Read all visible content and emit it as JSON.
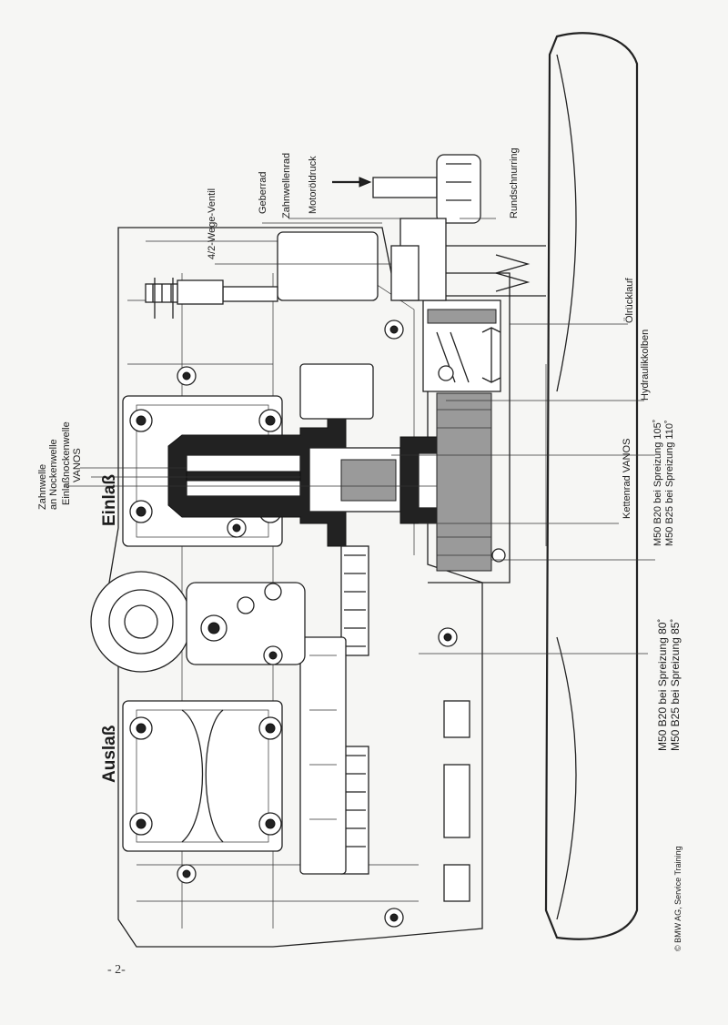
{
  "labels": {
    "zahnwelle_1": "Zahnwelle",
    "zahnwelle_2": "an Nockenwelle",
    "einlassnockenwelle": "Einlaßnockenwelle",
    "vanos": "VANOS",
    "ventil": "4/2-Wege-Ventil",
    "geberrad": "Geberrad",
    "zahnwellenrad": "Zahnwellenrad",
    "motoroeldruck": "Motoröldruck",
    "rundschnurring": "Rundschnurring",
    "oelruecklauf": "Ölrücklauf",
    "hydraulikkolben": "Hydraulikkolben",
    "spreizung_105": "M50 B20 bei Spreizung 105˚",
    "spreizung_110": "M50 B25 bei Spreizung 110˚",
    "kettenrad_vanos": "Kettenrad VANOS",
    "spreizung_80": "M50 B20 bei Spreizung 80˚",
    "spreizung_85": "M50 B25 bei Spreizung 85˚",
    "einlass": "Einlaß",
    "auslass": "Auslaß"
  },
  "copyright": "© BMW AG, Service Training",
  "page_number": "- 2-"
}
